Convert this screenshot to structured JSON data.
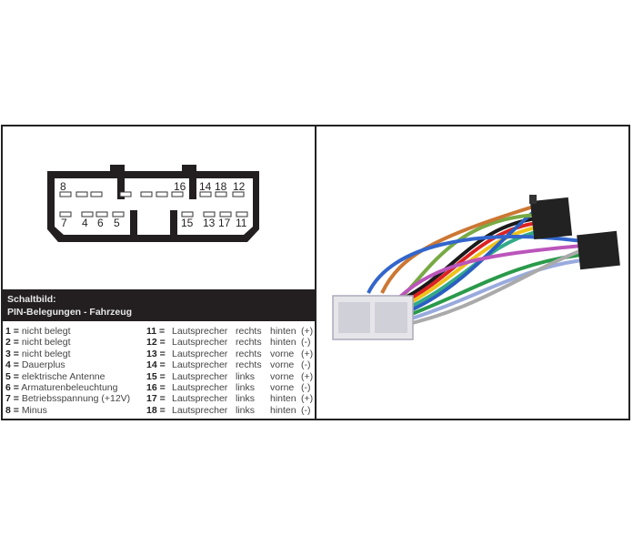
{
  "connector": {
    "top_labels": [
      "8",
      "16",
      "14",
      "18",
      "12"
    ],
    "bottom_labels": [
      "7",
      "4",
      "6",
      "5",
      "15",
      "13",
      "17",
      "11"
    ]
  },
  "header": {
    "line1": "Schaltbild:",
    "line2": "PIN-Belegungen - Fahrzeug"
  },
  "pins_left": [
    {
      "num": "1 =",
      "desc": "nicht belegt"
    },
    {
      "num": "2 =",
      "desc": "nicht belegt"
    },
    {
      "num": "3 =",
      "desc": "nicht belegt"
    },
    {
      "num": "4 =",
      "desc": "Dauerplus"
    },
    {
      "num": "5 =",
      "desc": "elektrische Antenne"
    },
    {
      "num": "6 =",
      "desc": "Armaturenbeleuchtung"
    },
    {
      "num": "7 =",
      "desc": "Betriebsspannung (+12V)"
    },
    {
      "num": "8 =",
      "desc": "Minus"
    }
  ],
  "pins_right": [
    {
      "num": "11 =",
      "a": "Lautsprecher",
      "b": "rechts",
      "c": "hinten",
      "d": "(+)"
    },
    {
      "num": "12 =",
      "a": "Lautsprecher",
      "b": "rechts",
      "c": "hinten",
      "d": "(-)"
    },
    {
      "num": "13 =",
      "a": "Lautsprecher",
      "b": "rechts",
      "c": "vorne",
      "d": "(+)"
    },
    {
      "num": "14 =",
      "a": "Lautsprecher",
      "b": "rechts",
      "c": "vorne",
      "d": "(-)"
    },
    {
      "num": "15 =",
      "a": "Lautsprecher",
      "b": "links",
      "c": "vorne",
      "d": "(+)"
    },
    {
      "num": "16 =",
      "a": "Lautsprecher",
      "b": "links",
      "c": "vorne",
      "d": "(-)"
    },
    {
      "num": "17 =",
      "a": "Lautsprecher",
      "b": "links",
      "c": "hinten",
      "d": "(+)"
    },
    {
      "num": "18 =",
      "a": "Lautsprecher",
      "b": "links",
      "c": "hinten",
      "d": "(-)"
    }
  ]
}
